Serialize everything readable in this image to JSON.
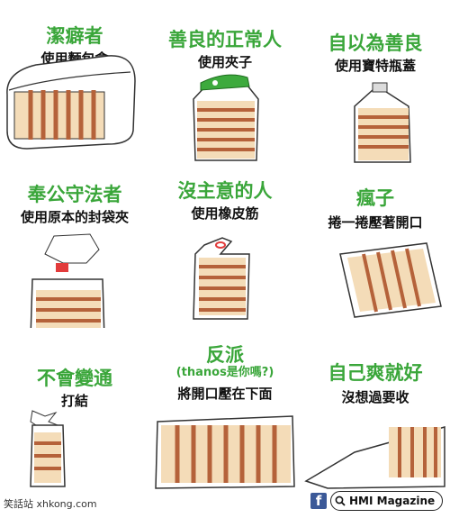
{
  "panels": [
    {
      "title": "潔癖者",
      "subtitle": "使用麵包盒"
    },
    {
      "title": "善良的正常人",
      "subtitle": "使用夾子"
    },
    {
      "title": "自以為善良",
      "subtitle": "使用寶特瓶蓋"
    },
    {
      "title": "奉公守法者",
      "subtitle": "使用原本的封袋夾"
    },
    {
      "title": "沒主意的人",
      "subtitle": "使用橡皮筋"
    },
    {
      "title": "瘋子",
      "subtitle": "捲一捲壓著開口"
    },
    {
      "title": "不會變通",
      "subtitle": "打結"
    },
    {
      "title": "反派",
      "title2": "(thanos是你嗎?)",
      "subtitle": "將開口壓在下面"
    },
    {
      "title": "自己爽就好",
      "subtitle": "沒想過要收"
    }
  ],
  "watermark": "笑話站 xhkong.com",
  "brand": {
    "icon": "f",
    "name": "HMI Magazine"
  },
  "colors": {
    "title": "#3aa63a",
    "crust": "#b5623a",
    "crumb": "#f4dcb8",
    "clip": "#3daa3d",
    "tag": "#e23b3b",
    "facebook": "#3b5998"
  }
}
